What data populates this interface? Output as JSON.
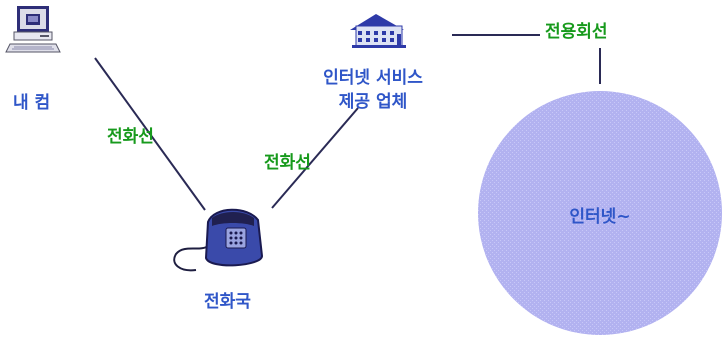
{
  "labels": {
    "my_computer": "내 컴",
    "phone_line_left": "전화선",
    "phone_line_right": "전화선",
    "isp_line1": "인터넷 서비스",
    "isp_line2": "제공 업체",
    "leased_line": "전용회선",
    "telephone_office": "전화국",
    "internet": "인터넷~"
  },
  "icons": {
    "computer": "computer-icon",
    "building": "building-icon",
    "telephone": "telephone-icon"
  },
  "colors": {
    "node_label": "#2f56c8",
    "link_label": "#179a1c",
    "line": "#2a2a55",
    "internet_cloud": "#b4b4f2"
  }
}
